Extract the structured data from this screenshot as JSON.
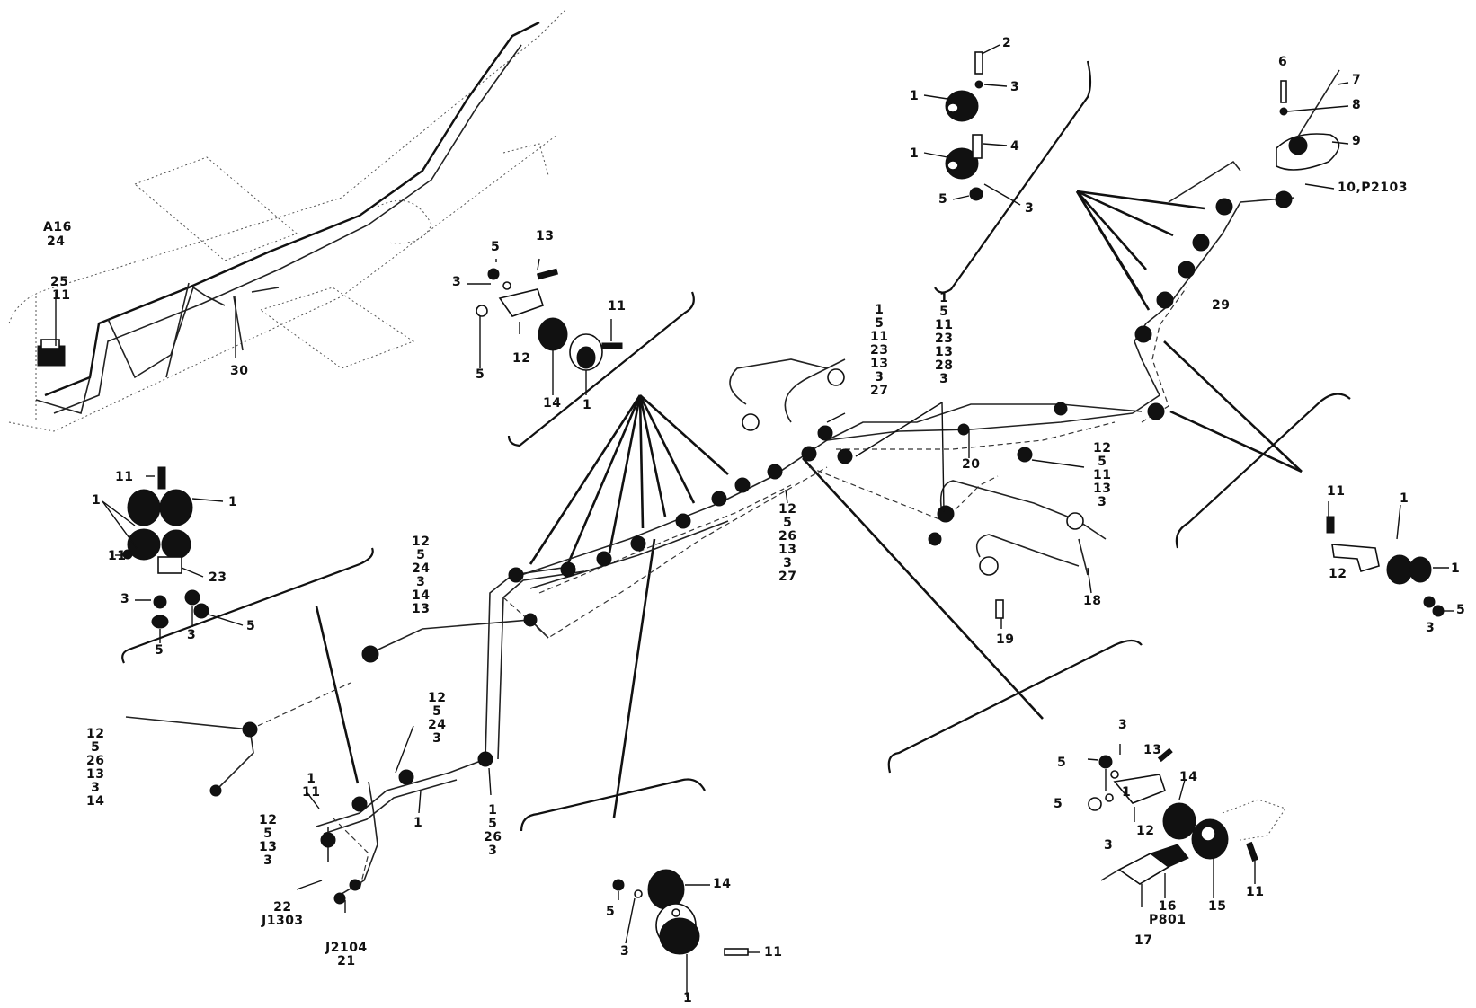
{
  "colors": {
    "ink": "#111111",
    "background": "#ffffff"
  },
  "labels": {
    "a16": "A16",
    "a16_24": "24",
    "n25": "25",
    "n25_11": "11",
    "n30": "30",
    "tl_group": "12\n5\n24\n3\n14\n13",
    "ul_3": "3",
    "ul_5a": "5",
    "ul_13": "13",
    "ul_5b": "5",
    "ul_12": "12",
    "ul_14": "14",
    "ul_1": "1",
    "ul_11": "11",
    "top_2": "2",
    "top_1a": "1",
    "top_3a": "3",
    "top_4": "4",
    "top_1b": "1",
    "top_5": "5",
    "top_3b": "3",
    "tr_6": "6",
    "tr_7": "7",
    "tr_8": "8",
    "tr_9": "9",
    "tr_10": "10,P2103",
    "tr_29": "29",
    "lg_11a": "11",
    "lg_1a": "1",
    "lg_1b": "1",
    "lg_11b": "11",
    "lg_23": "23",
    "lg_3a": "3",
    "lg_5a": "5",
    "lg_5b": "5",
    "lg_3b": "3",
    "left_stack": "12\n5\n26\n13\n3\n14",
    "mid_stack_a": "12\n5\n24\n3",
    "mid_1_11": "1\n11",
    "mid_stack_b": "12\n5\n13\n3",
    "mid_1": "1",
    "mid_stack_c": "1\n5\n26\n3",
    "j1303": "22\nJ1303",
    "j2104": "J2104\n21",
    "center_stack_a": "1\n5\n11\n23\n13\n3\n27",
    "center_stack_b": "1\n5\n11\n23\n13\n28\n3",
    "center_stack_c": "12\n5\n26\n13\n3\n27",
    "n20": "20",
    "right_stack": "12\n5\n11\n13\n3",
    "n18": "18",
    "n19": "19",
    "rg_11": "11",
    "rg_1a": "1",
    "rg_12": "12",
    "rg_1b": "1",
    "rg_5": "5",
    "rg_3": "3",
    "br_3": "3",
    "br_13": "13",
    "br_5a": "5",
    "br_5b": "5",
    "br_1": "1",
    "br_14": "14",
    "br_3b": "3",
    "br_12": "12",
    "br_11": "11",
    "br_15": "15",
    "br_16": "16\nP801",
    "br_17": "17",
    "bc_14": "14",
    "bc_5": "5",
    "bc_3": "3",
    "bc_11": "11",
    "bc_1": "1"
  }
}
